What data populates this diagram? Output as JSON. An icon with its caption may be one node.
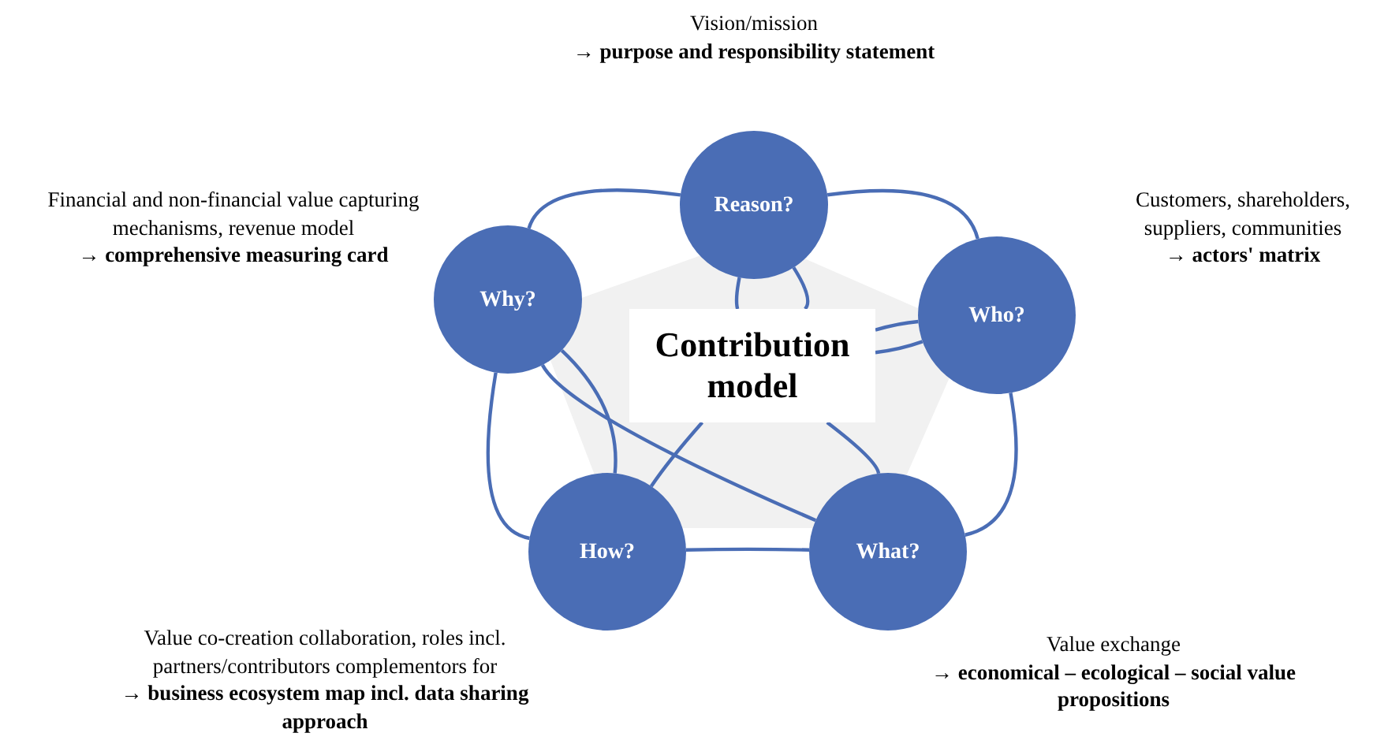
{
  "diagram": {
    "nodes": [
      {
        "text": [
          "Contribution model"
        ]
      },
      {
        "text": [
          "Reason?"
        ],
        "beside": [
          "Vision/mission",
          "→ purpose and responsibility statement"
        ]
      },
      {
        "text": [
          "Who?"
        ],
        "beside": [
          "Customers, shareholders, suppliers, communities",
          "→ actors' matrix"
        ]
      },
      {
        "text": [
          "What?"
        ],
        "beside": [
          "Value exchange",
          "→ economical – ecological – social value propositions"
        ]
      },
      {
        "text": [
          "How?"
        ],
        "beside": [
          "Value co-creation collaboration, roles incl. partners/contributors complementors for",
          "→ business ecosystem map incl. data sharing approach"
        ]
      },
      {
        "text": [
          "Why?"
        ],
        "beside": [
          "Financial and non-financial value capturing mechanisms, revenue model",
          "→ comprehensive measuring card"
        ]
      }
    ],
    "edges": [
      {
        "from": 1,
        "to": 5,
        "arrow": "none"
      },
      {
        "from": 1,
        "to": 2,
        "arrow": "none"
      },
      {
        "from": 5,
        "to": 4,
        "arrow": "none"
      },
      {
        "from": 2,
        "to": 3,
        "arrow": "none"
      },
      {
        "from": 4,
        "to": 3,
        "arrow": "none"
      },
      {
        "from": 5,
        "to": 3,
        "arrow": "none"
      },
      {
        "from": 1,
        "to": 0,
        "arrow": "none"
      },
      {
        "from": 1,
        "to": 0,
        "arrow": "none"
      },
      {
        "from": 2,
        "to": 0,
        "arrow": "none"
      },
      {
        "from": 2,
        "to": 0,
        "arrow": "none"
      },
      {
        "from": 5,
        "to": 4,
        "arrow": "none"
      },
      {
        "from": 0,
        "to": 4,
        "arrow": "none"
      },
      {
        "from": 0,
        "to": 3,
        "arrow": "none"
      }
    ]
  }
}
